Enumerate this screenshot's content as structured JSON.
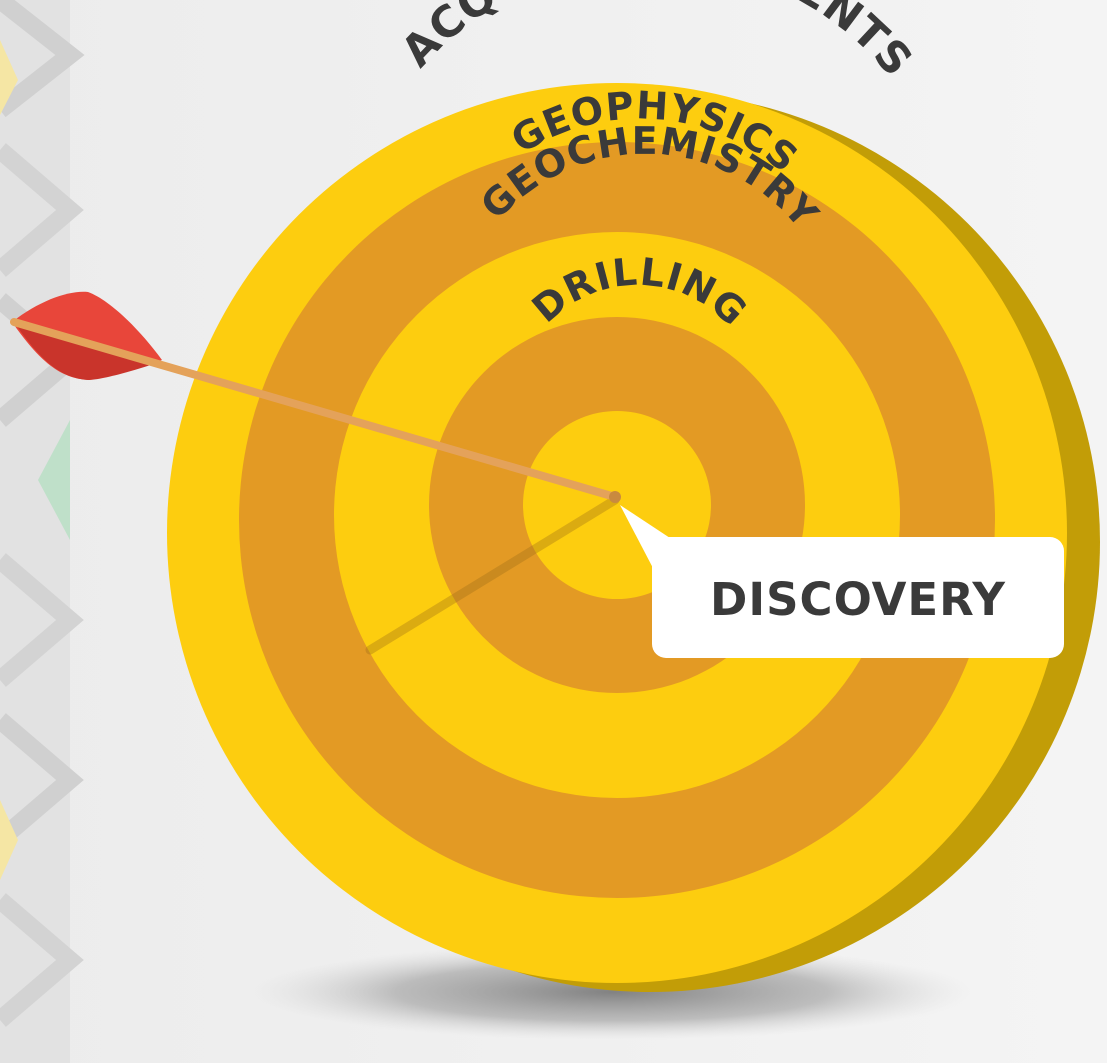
{
  "diagram": {
    "rings": [
      {
        "label": "ACQUIRE TENEMENTS",
        "color": "#fdcd0f"
      },
      {
        "label": "GEOPHYSICS",
        "color": "#e39a24"
      },
      {
        "label": "GEOCHEMISTRY",
        "color": "#fdcd0f"
      },
      {
        "label": "DRILLING",
        "color": "#e39a24"
      }
    ],
    "bullseye_color": "#fdcd0f",
    "target_rim_color": "#c29d07",
    "callout": {
      "label": "DISCOVERY"
    },
    "arrow": {
      "fletching_color": "#e8463a",
      "shaft_color": "#e4a25a"
    },
    "background": {
      "page": "#efefef",
      "left_strip": "#dadada",
      "chevron_colors": [
        "#f5e6a4",
        "#bfe0c9"
      ]
    }
  }
}
